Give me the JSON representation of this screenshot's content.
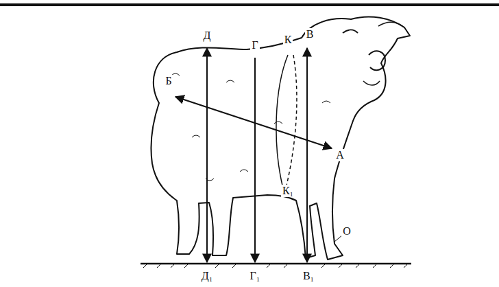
{
  "diagram": {
    "labels": [
      "Д",
      "Г",
      "К",
      "В",
      "Б",
      "А",
      "К₁",
      "О",
      "Д₁",
      "Г₁",
      "В₁"
    ]
  }
}
